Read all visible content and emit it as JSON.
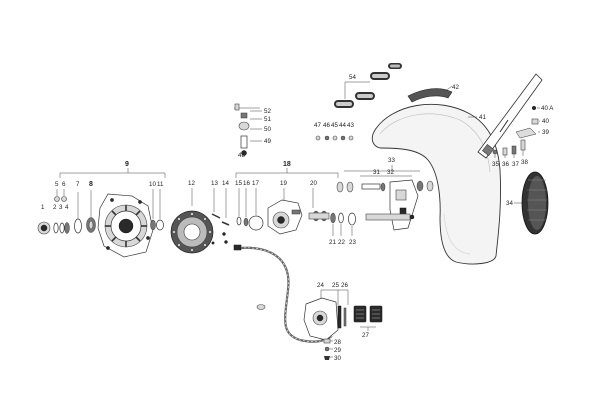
{
  "labels": {
    "n1": "1",
    "n2": "2",
    "n3": "3",
    "n4": "4",
    "n5": "5",
    "n6": "6",
    "n7": "7",
    "n8": "8",
    "n9": "9",
    "n10": "10",
    "n11": "11",
    "n12": "12",
    "n13": "13",
    "n14": "14",
    "n15": "15",
    "n16": "16",
    "n17": "17",
    "n18": "18",
    "n19": "19",
    "n20": "20",
    "n21": "21",
    "n22": "22",
    "n23": "23",
    "n24": "24",
    "n25": "25",
    "n26": "26",
    "n27": "27",
    "n28": "28",
    "n29": "29",
    "n30": "30",
    "n31": "31",
    "n32": "32",
    "n33": "33",
    "n34": "34",
    "n35": "35",
    "n36": "36",
    "n37": "37",
    "n38": "38",
    "n39": "39",
    "n40": "40",
    "n40a": "40 A",
    "n41": "41",
    "n42": "42",
    "n43": "43",
    "n44": "44",
    "n45": "45",
    "n46": "46",
    "n47": "47",
    "n48": "48",
    "n49": "49",
    "n50": "50",
    "n51": "51",
    "n52": "52",
    "n54": "54"
  }
}
